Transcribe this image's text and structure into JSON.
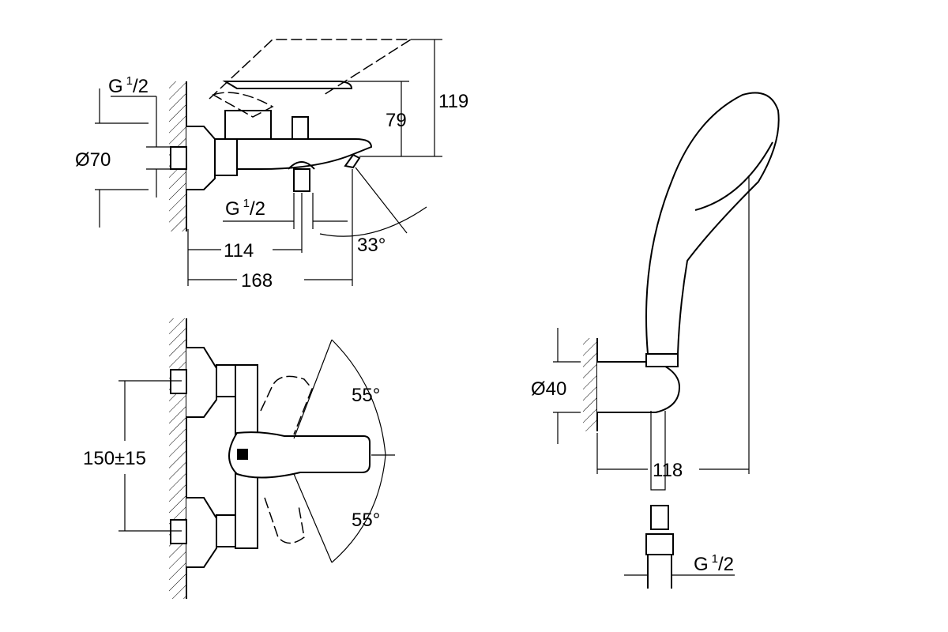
{
  "drawing": {
    "side_view": {
      "inlet_thread": {
        "main": "G",
        "sup": "1",
        "sub": "/2"
      },
      "rosette_diameter": "Ø70",
      "height_total": "119",
      "height_spout": "79",
      "outlet_thread": {
        "main": "G",
        "sup": "1",
        "sub": "/2"
      },
      "spout_angle": "33°",
      "outlet_distance": "114",
      "projection": "168"
    },
    "front_view": {
      "centre_distance": "150±15",
      "lever_angle_up": "55°",
      "lever_angle_down": "55°"
    },
    "hand_shower": {
      "holder_diameter": "Ø40",
      "projection": "118",
      "hose_thread": {
        "main": "G",
        "sup": "1",
        "sub": "/2"
      }
    }
  }
}
